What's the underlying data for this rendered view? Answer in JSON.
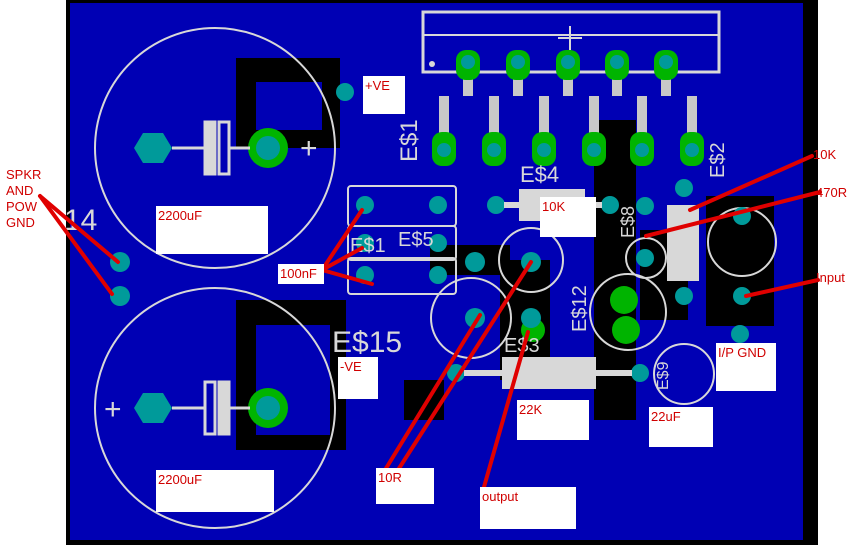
{
  "annotations": {
    "plus_ve": "+VE",
    "minus_ve": "-VE",
    "cap_top": "2200uF",
    "cap_bottom": "2200uF",
    "nf100": "100nF",
    "k10_box": "10K",
    "k22": "22K",
    "uf22": "22uF",
    "r10": "10R",
    "output": "output",
    "ip_gnd": "I/P GND",
    "k10_right": "10K",
    "k470": "470R",
    "input": "Input",
    "spkr_line1": "SPKR",
    "spkr_line2": "AND",
    "spkr_line3": "POW",
    "spkr_line4": "GND"
  },
  "silkscreen": {
    "es1": "E$1",
    "es1b": "E$1",
    "es4": "E$4",
    "es5": "E$5",
    "es2": "E$2",
    "es3": "E$3",
    "es12": "E$12",
    "es15": "E$15",
    "es8": "E$8",
    "es9": "E$9",
    "n14": "14",
    "plus_top": "+",
    "plus_bottom": "+"
  },
  "colors": {
    "board": "#0000b4",
    "board_border": "#000000",
    "copper_pad": "#009a9a",
    "pad_ring": "#00b400",
    "silk": "#d8d8d8",
    "annotation_line": "#e00000",
    "annotation_text": "#d00000"
  }
}
